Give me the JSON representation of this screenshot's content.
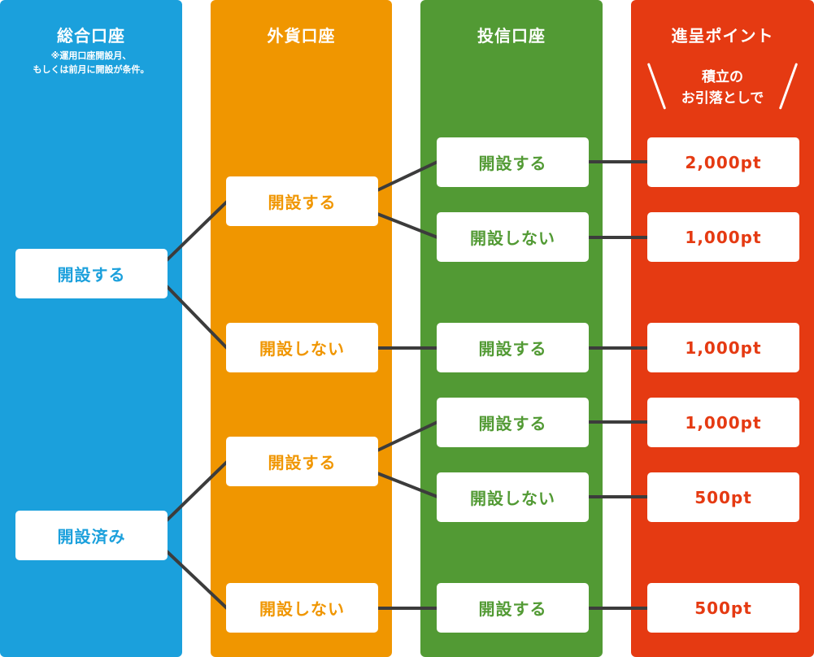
{
  "columns": {
    "general": {
      "title": "総合口座",
      "note_line1": "※運用口座開設月、",
      "note_line2": "もしくは前月に開設が条件。",
      "color": "#1ba0dc"
    },
    "fx": {
      "title": "外貨口座",
      "color": "#f09600"
    },
    "fund": {
      "title": "投信口座",
      "color": "#529a34"
    },
    "points": {
      "title": "進呈ポイント",
      "note_line1": "積立の",
      "note_line2": "お引落としで",
      "color": "#e53a12"
    }
  },
  "nodes": {
    "g1": "開設する",
    "g2": "開設済み",
    "f1": "開設する",
    "f2": "開設しない",
    "f3": "開設する",
    "f4": "開設しない",
    "i1": "開設する",
    "i2": "開設しない",
    "i3": "開設する",
    "i4": "開設する",
    "i5": "開設しない",
    "i6": "開設する",
    "p1": "2,000pt",
    "p2": "1,000pt",
    "p3": "1,000pt",
    "p4": "1,000pt",
    "p5": "500pt",
    "p6": "500pt"
  }
}
